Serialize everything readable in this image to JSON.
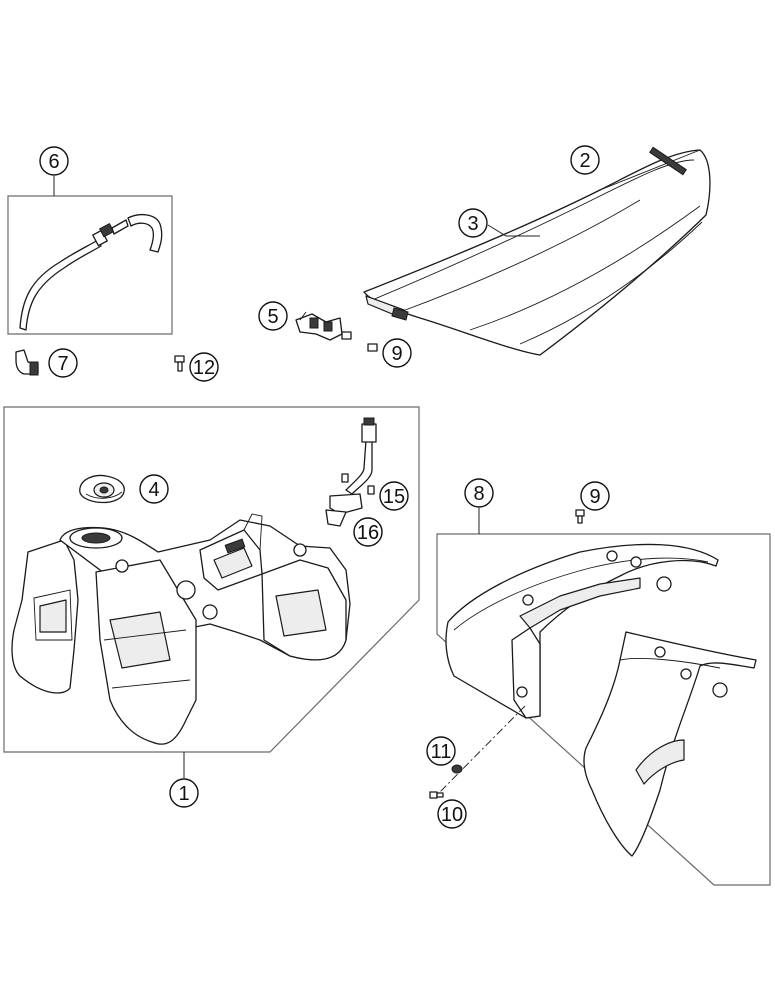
{
  "callouts": {
    "c1": "1",
    "c2": "2",
    "c3": "3",
    "c4": "4",
    "c5": "5",
    "c6": "6",
    "c7": "7",
    "c8": "8",
    "c9a": "9",
    "c9b": "9",
    "c10": "10",
    "c11": "11",
    "c12": "12",
    "c15": "15",
    "c16": "16"
  },
  "colors": {
    "line": "#1a1a1a",
    "frame": "#6a6a6a",
    "background": "#ffffff"
  }
}
